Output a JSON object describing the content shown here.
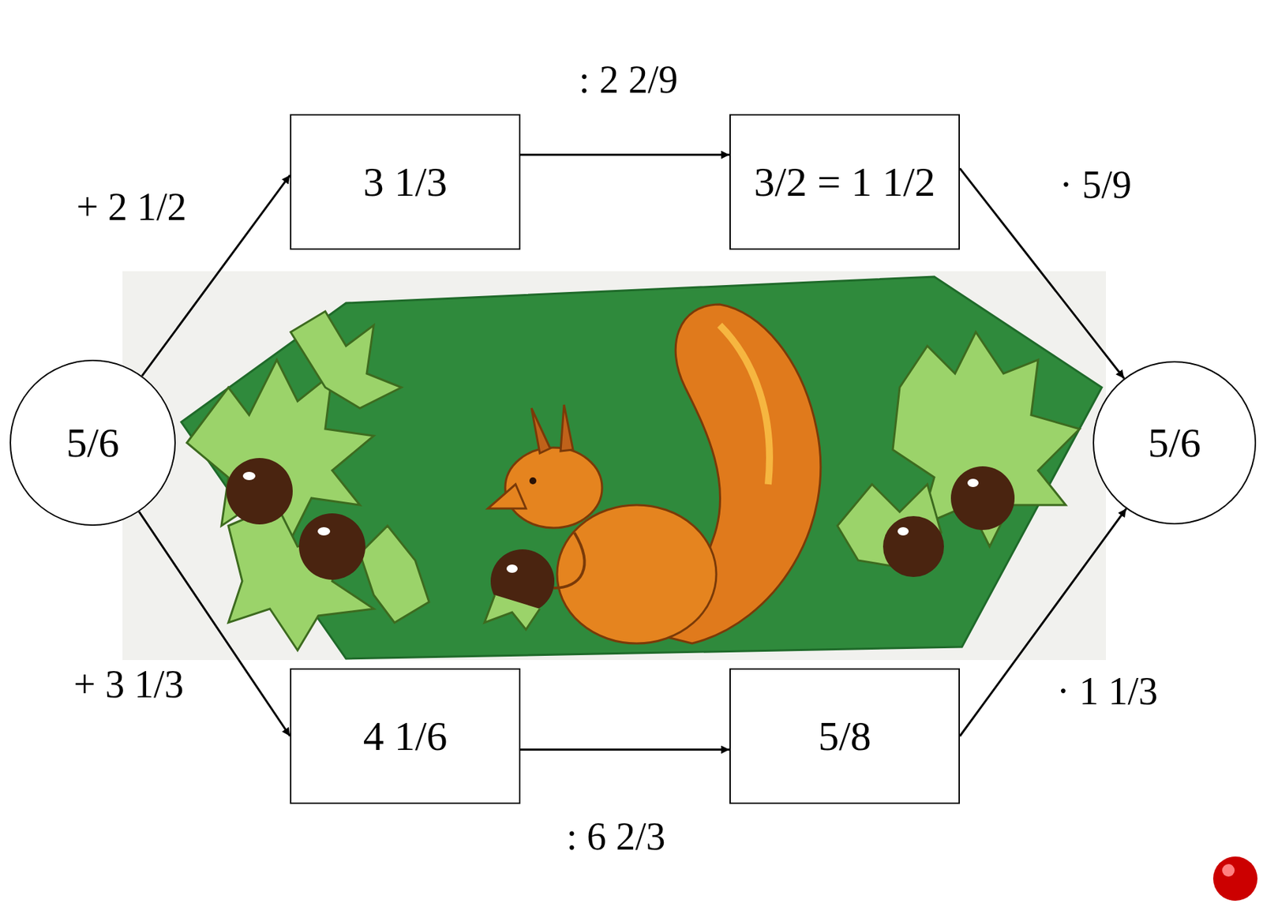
{
  "diagram": {
    "nodes": [
      {
        "text": [
          "5/6"
        ]
      },
      {
        "text": [
          "3 1/3"
        ]
      },
      {
        "text": [
          "3/2 = 1 1/2"
        ]
      },
      {
        "text": [
          "5/6"
        ]
      },
      {
        "text": [
          "4 1/6"
        ]
      },
      {
        "text": [
          "5/8"
        ]
      }
    ],
    "edges": [
      {
        "from": 0,
        "to": 1,
        "label": "+ 2 1/2",
        "arrow": "to"
      },
      {
        "from": 1,
        "to": 2,
        "label": ": 2 2/9",
        "arrow": "to"
      },
      {
        "from": 2,
        "to": 3,
        "label": "· 5/9",
        "arrow": "to"
      },
      {
        "from": 0,
        "to": 4,
        "label": "+ 3 1/3",
        "arrow": "to"
      },
      {
        "from": 4,
        "to": 5,
        "label": ": 6 2/3",
        "arrow": "to"
      },
      {
        "from": 5,
        "to": 3,
        "label": "· 1 1/3",
        "arrow": "to"
      }
    ]
  }
}
